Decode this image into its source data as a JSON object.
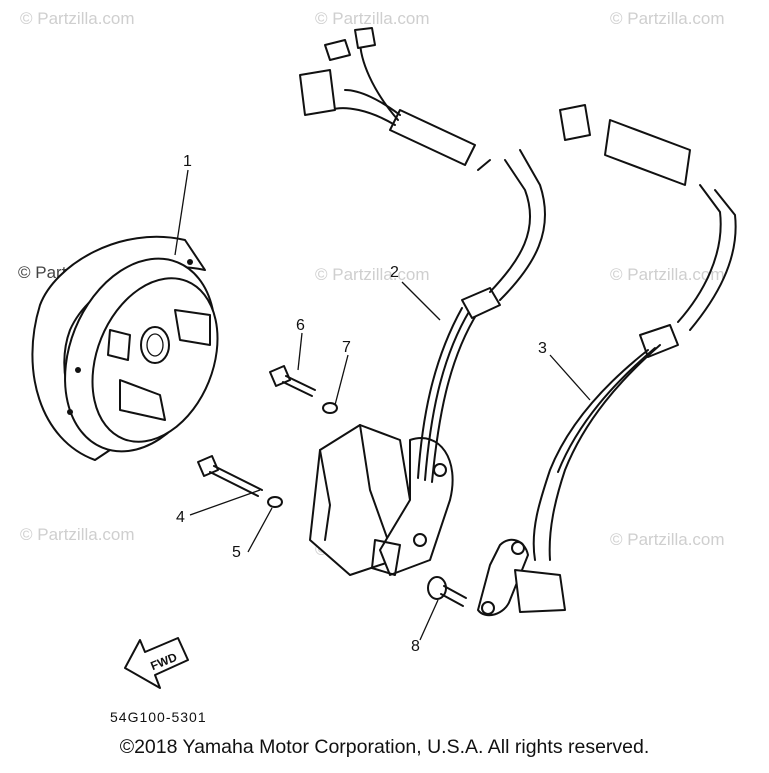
{
  "watermark": "© Partzilla.com",
  "callouts": [
    "1",
    "2",
    "3",
    "4",
    "5",
    "6",
    "7",
    "8"
  ],
  "diagram_code": "54G100-5301",
  "fwd_label": "FWD",
  "copyright": "©2018 Yamaha Motor Corporation, U.S.A. All rights reserved.",
  "colors": {
    "ink": "#111111",
    "watermark": "#cfcfcf",
    "background": "#ffffff"
  }
}
